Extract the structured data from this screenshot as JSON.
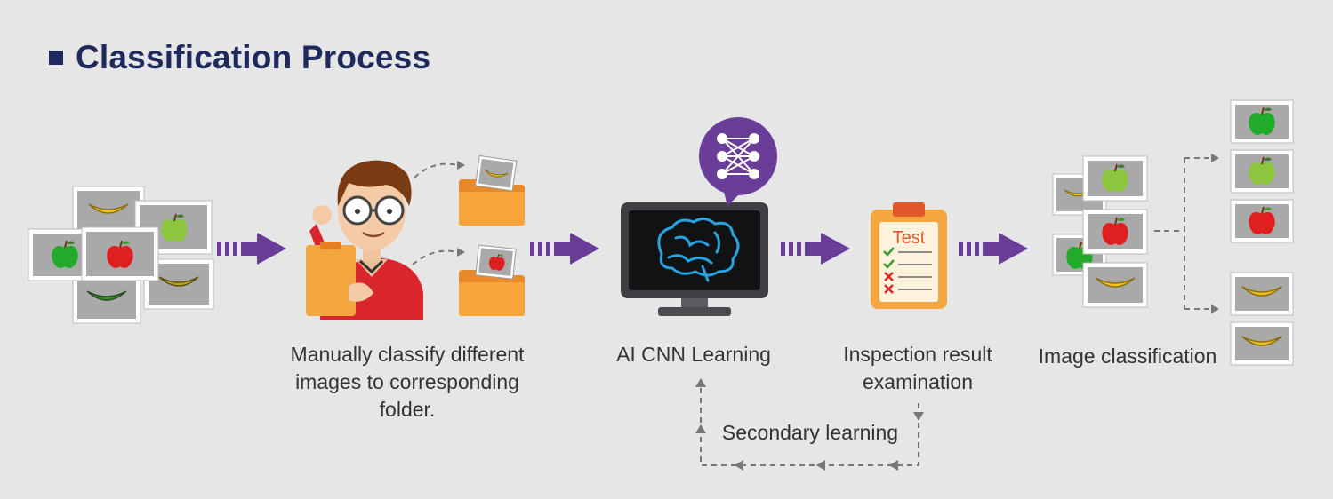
{
  "title": "Classification Process",
  "steps": {
    "manual": "Manually classify different images to corresponding folder.",
    "learning": "AI CNN Learning",
    "inspection": "Inspection result examination",
    "classification": "Image classification"
  },
  "test_label": "Test",
  "feedback_label": "Secondary learning",
  "colors": {
    "title": "#1f2a5c",
    "arrow": "#6a3d98",
    "badge": "#6a3d98",
    "red_apple": "#e02020",
    "green_apple": "#22aa2a",
    "lime_apple": "#8cc63f",
    "banana": "#f0c419",
    "folder": "#f39a2e",
    "monitor": "#3d3f42",
    "brain": "#29a3e0"
  }
}
